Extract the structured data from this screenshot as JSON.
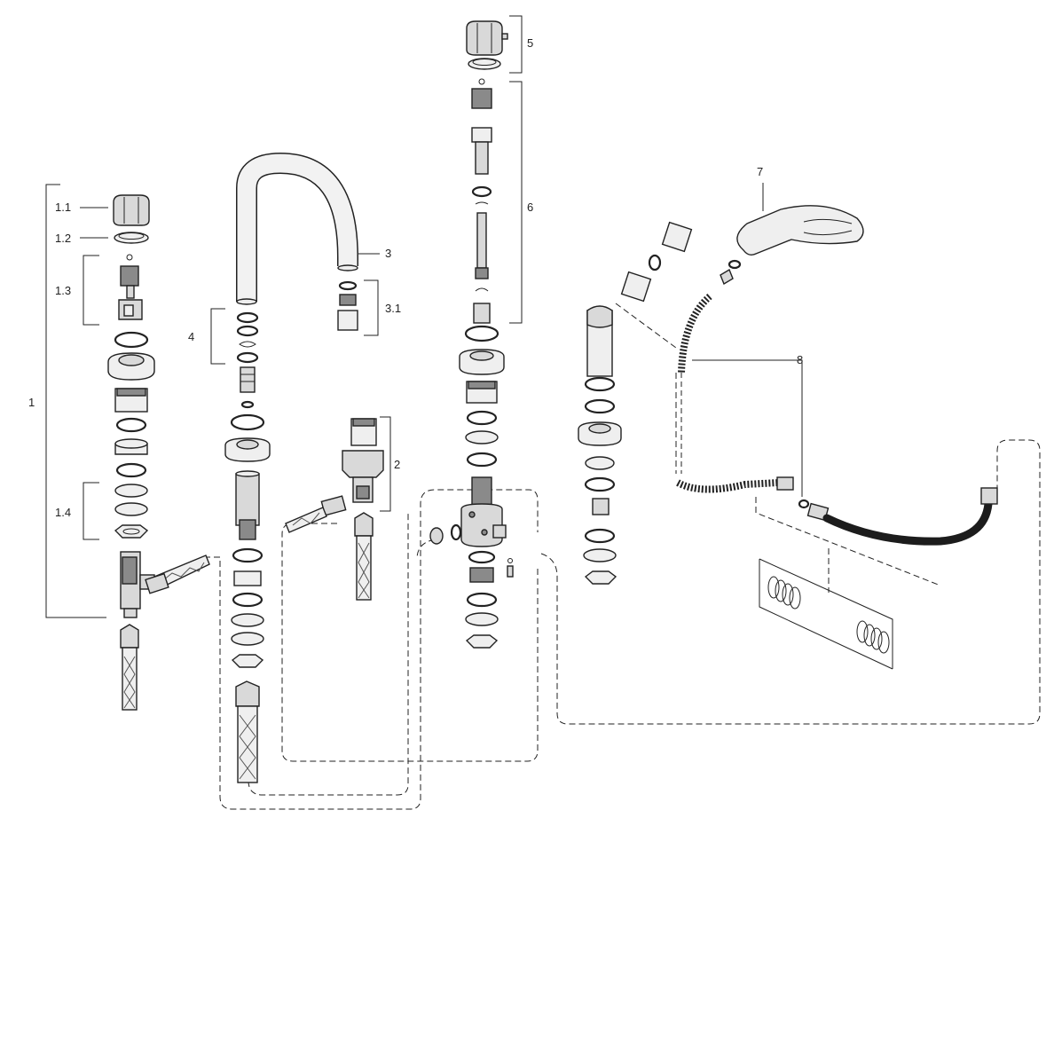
{
  "diagram": {
    "colors": {
      "line": "#222222",
      "part_fill": "#d9d9d9",
      "hose": "#1c1c1c",
      "background": "#ffffff"
    },
    "callouts": {
      "c1": "1",
      "c1_1": "1.1",
      "c1_2": "1.2",
      "c1_3": "1.3",
      "c1_4": "1.4",
      "c2": "2",
      "c3": "3",
      "c3_1": "3.1",
      "c4": "4",
      "c5": "5",
      "c6": "6",
      "c7": "7",
      "c8": "8"
    }
  }
}
